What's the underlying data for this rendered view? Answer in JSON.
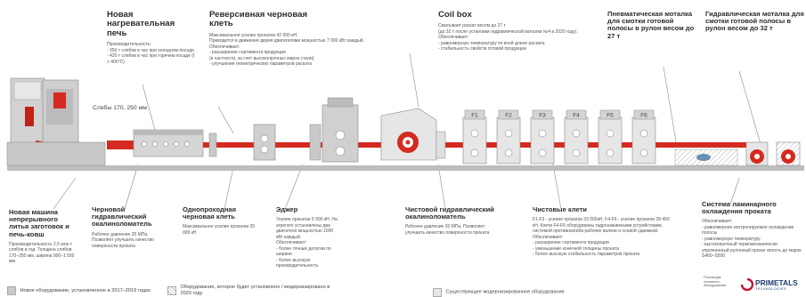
{
  "top": {
    "furnace": {
      "title": "Новая нагревательная печь",
      "desc": "Производительность:\n- 350 т слябов в час при холодном посаде,\n- 420 т слябов в час при горячем посаде (t > 400°C)"
    },
    "reversing": {
      "title": "Реверсивная черновая клеть",
      "desc": "Максимальное усилие прокатки 42 000 кН.\nПриводится в движение двумя двигателями мощностью 7 000 кВт каждый.\nОбеспечивает:\n- расширение сортамента продукции\n  (в частности, за счет высокопрочных марок стали)\n- улучшение геометрических параметров раската"
    },
    "coilbox": {
      "title": "Coil box",
      "desc": "Сматывает раскат весом до 27 т\n(до 32 т после установки гидравлической моталки №4 в 2020 году).\nОбеспечивает:\n- равномерную температуру по всей длине раската\n- стабильность свойств готовой продукции"
    },
    "pneumatic": {
      "title": "Пневматическая моталка для смотки готовой полосы в рулон весом до 27 т"
    },
    "hydraulic": {
      "title": "Гидравлическая моталка для смотки готовой полосы в рулон весом до 32 т"
    }
  },
  "slabs_label": "Слябы 170, 250 мм",
  "stands": [
    "F1",
    "F2",
    "F3",
    "F4",
    "F5",
    "F6"
  ],
  "bottom": {
    "caster": {
      "title": "Новая машина непрерывного литья заготовок и печь-ковш",
      "desc": "Производительность 2,5 млн т слябов в год. Толщина слябов 170–250 мм, ширина 900–1 550 мм"
    },
    "rough_descaler": {
      "title": "Черновой гидравлический окалиноломатель",
      "desc": "Рабочее давление 20 МПа. Позволяет улучшить качество поверхности проката"
    },
    "single_stand": {
      "title": "Однопроходная черновая клеть",
      "desc": "Максимальное усилие прокатки 25 000 кН"
    },
    "edger": {
      "title": "Эджер",
      "desc": "Усилие прокатки 5 000 кН. На агрегате установлены два двигателя мощностью 1000 кВт каждый.\nОбеспечивает:\n- более точные допуски по ширине\n- более высокую производительность"
    },
    "finish_descaler": {
      "title": "Чистовой гидравлический окалиноломатель",
      "desc": "Рабочее давление 20 МПа. Позволяет улучшить качество поверхности проката"
    },
    "finishing": {
      "title": "Чистовые клети",
      "desc": "F1-F3 - усилие прокатки 33 000кН, F4-F6 - усилие прокатки 28 400 кН. Клети F4-F6 оборудованы гидронажимными устройствами, системой противоизгиба рабочих валков и осевой сдвижкой.\nОбеспечивает:\n- расширение сортамента продукции\n- уменьшение конечной толщины проката\n- более высокую стабильность параметров проката"
    },
    "cooling": {
      "title": "Система ламинарного охлаждения проката",
      "desc": "Обеспечивает:\n- равномерное контролируемое охлаждение полосы\n- равномерную температуру\n- высокопрочный термомеханически упрочненный рулонный прокат вплоть до марок S460–S500"
    }
  },
  "legend": {
    "new": "Новое оборудование, установленное в 2017–2019 годах",
    "planned": "Оборудование, которое будет установлено / модернизировано в 2020 году",
    "existing": "Существующее модернизированное оборудование"
  },
  "supplier": {
    "label": "Поставщик основного оборудования",
    "brand": "PRIMETALS",
    "brand_sub": "TECHNOLOGIES"
  },
  "colors": {
    "new": "#c8c8c8",
    "planned": "#ffffff",
    "existing": "#e6e6e6",
    "strip": "#d42a1f",
    "accent": "#c8102e"
  }
}
